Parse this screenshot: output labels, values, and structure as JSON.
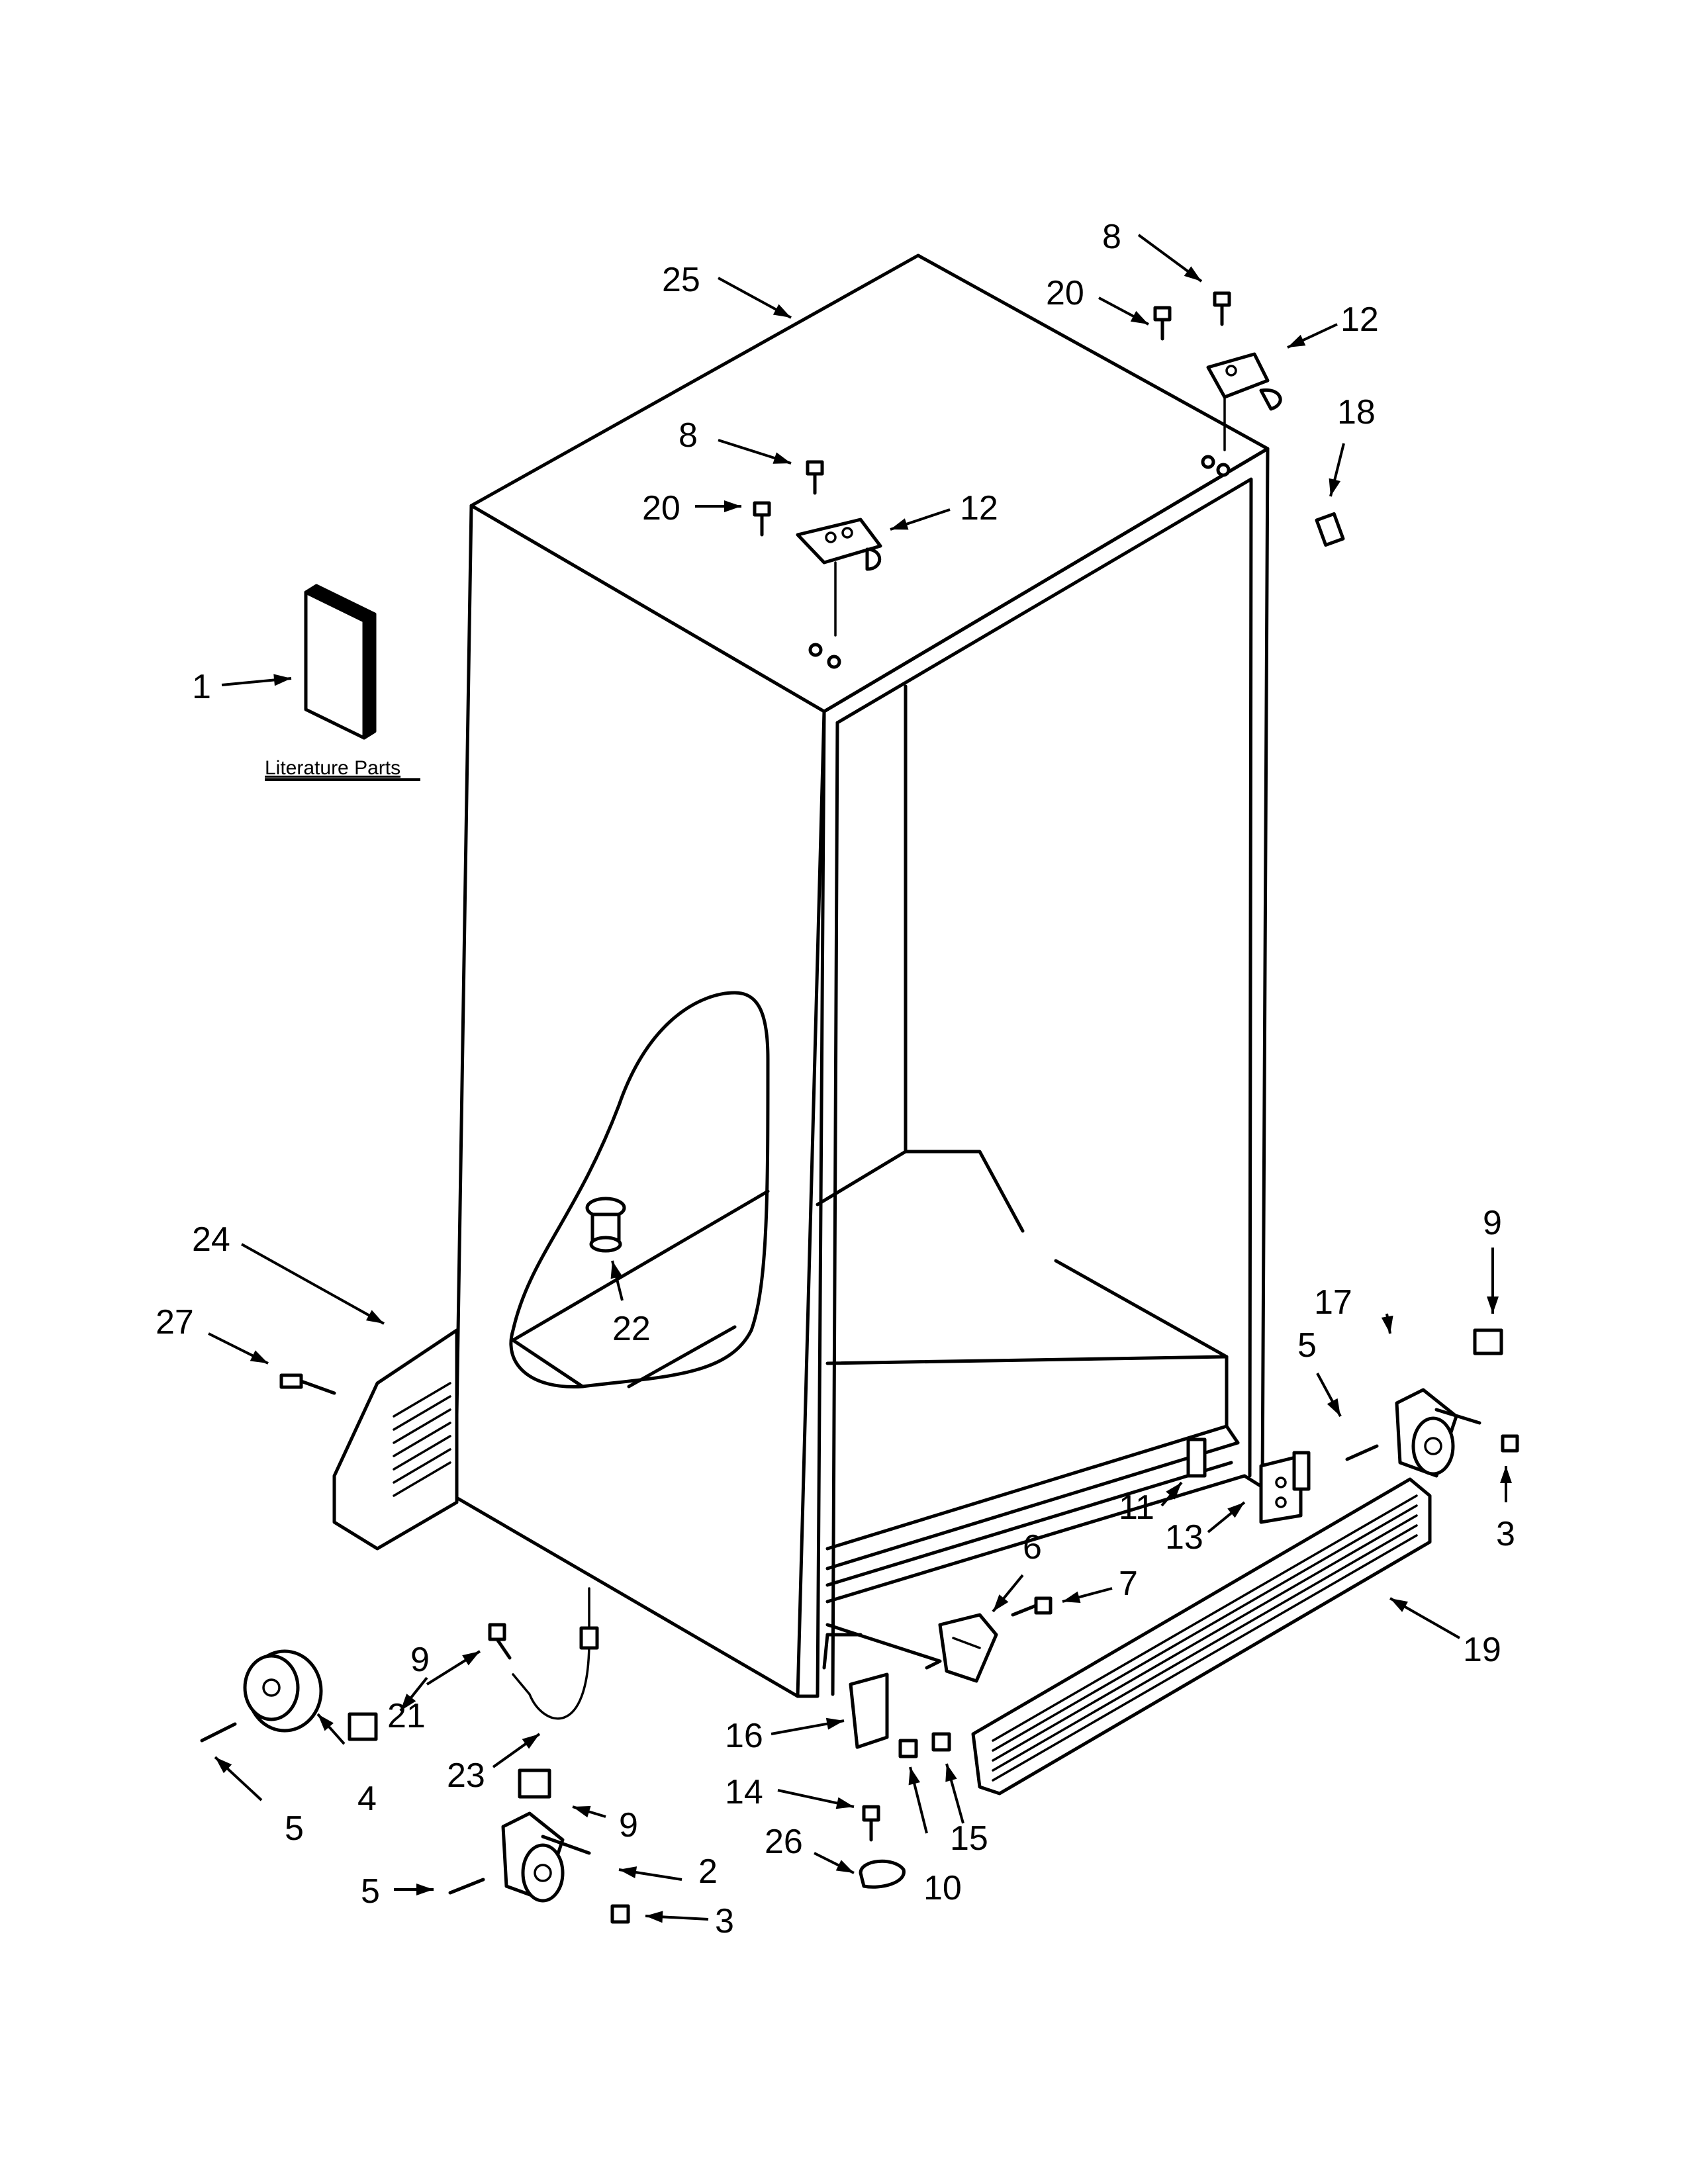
{
  "literature_label": "Literature Parts",
  "callouts": [
    {
      "id": "c25",
      "text": "25"
    },
    {
      "id": "c8a",
      "text": "8"
    },
    {
      "id": "c20a",
      "text": "20"
    },
    {
      "id": "c12a",
      "text": "12"
    },
    {
      "id": "c18",
      "text": "18"
    },
    {
      "id": "c8b",
      "text": "8"
    },
    {
      "id": "c20b",
      "text": "20"
    },
    {
      "id": "c12b",
      "text": "12"
    },
    {
      "id": "c1",
      "text": "1"
    },
    {
      "id": "c24",
      "text": "24"
    },
    {
      "id": "c27",
      "text": "27"
    },
    {
      "id": "c22",
      "text": "22"
    },
    {
      "id": "c9a",
      "text": "9"
    },
    {
      "id": "c17",
      "text": "17"
    },
    {
      "id": "c5a",
      "text": "5"
    },
    {
      "id": "c3a",
      "text": "3"
    },
    {
      "id": "c11",
      "text": "11"
    },
    {
      "id": "c13",
      "text": "13"
    },
    {
      "id": "c6",
      "text": "6"
    },
    {
      "id": "c7",
      "text": "7"
    },
    {
      "id": "c19",
      "text": "19"
    },
    {
      "id": "c9b",
      "text": "9"
    },
    {
      "id": "c21",
      "text": "21"
    },
    {
      "id": "c23",
      "text": "23"
    },
    {
      "id": "c4",
      "text": "4"
    },
    {
      "id": "c5b",
      "text": "5"
    },
    {
      "id": "c9c",
      "text": "9"
    },
    {
      "id": "c2",
      "text": "2"
    },
    {
      "id": "c5c",
      "text": "5"
    },
    {
      "id": "c3b",
      "text": "3"
    },
    {
      "id": "c16",
      "text": "16"
    },
    {
      "id": "c14",
      "text": "14"
    },
    {
      "id": "c26",
      "text": "26"
    },
    {
      "id": "c15",
      "text": "15"
    },
    {
      "id": "c10",
      "text": "10"
    }
  ]
}
